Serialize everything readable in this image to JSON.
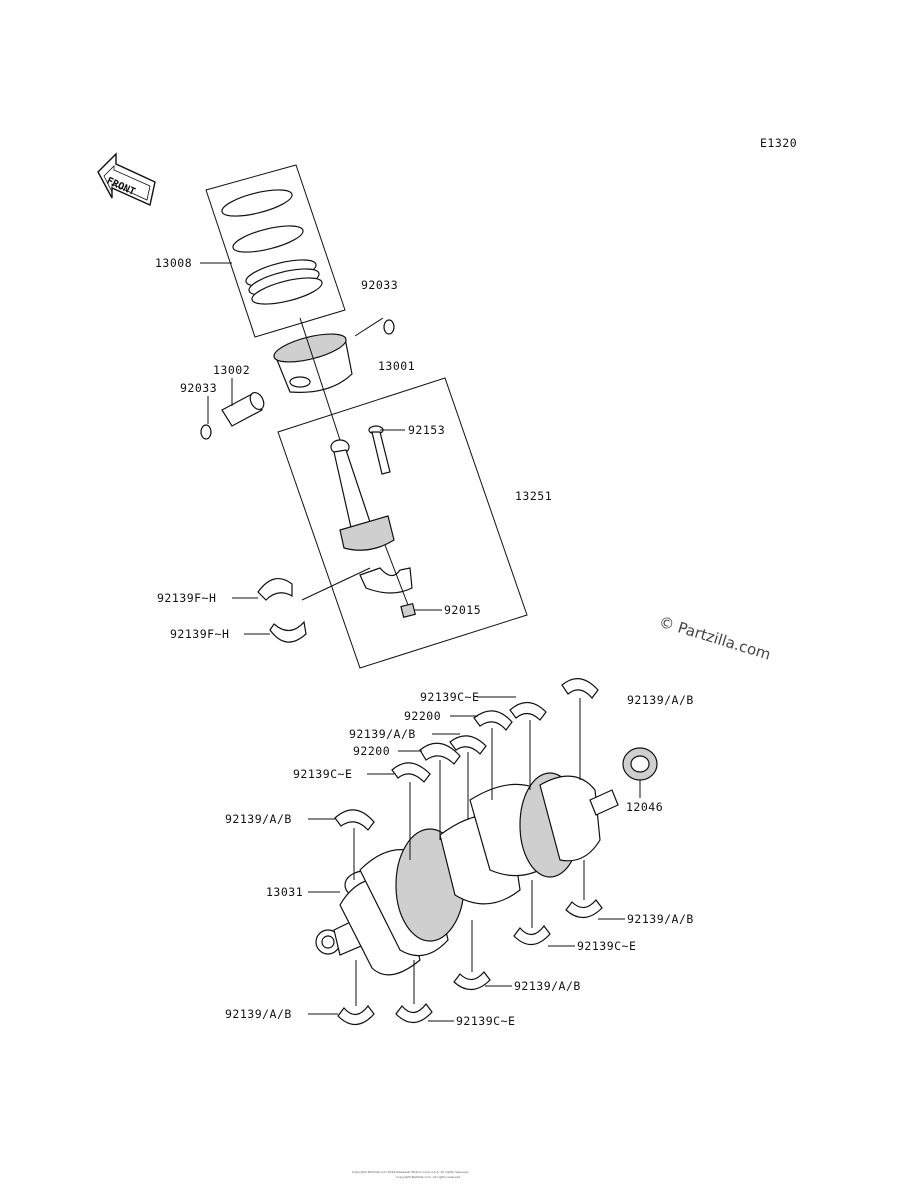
{
  "diagram_code": "E1320",
  "front_label": "FRONT",
  "watermark": "© Partzilla.com",
  "labels": {
    "rings": "13008",
    "clip_upper": "92033",
    "piston": "13001",
    "pin": "13002",
    "clip_lower": "92033",
    "bolt": "92153",
    "rod_assy": "13251",
    "rod_bearing_1": "92139F~H",
    "rod_bearing_2": "92139F~H",
    "nut": "92015",
    "main_a1": "92139C~E",
    "main_a2": "92200",
    "main_a3": "92139/A/B",
    "main_a4": "92200",
    "main_a5": "92139C~E",
    "main_a6": "92139/A/B",
    "main_a7": "92139/A/B",
    "gear": "12046",
    "crank": "13031",
    "main_b1": "92139/A/B",
    "main_b2": "92139C~E",
    "main_b3": "92139/A/B",
    "main_b4": "92139/A/B",
    "main_b5": "92139C~E"
  },
  "footer_line1": "Copyright Partzilla.com 2016 Kawasaki Motors Corp U.S.A. All rights reserved.",
  "footer_line2": "Copyright Partzilla.com, All rights reserved"
}
